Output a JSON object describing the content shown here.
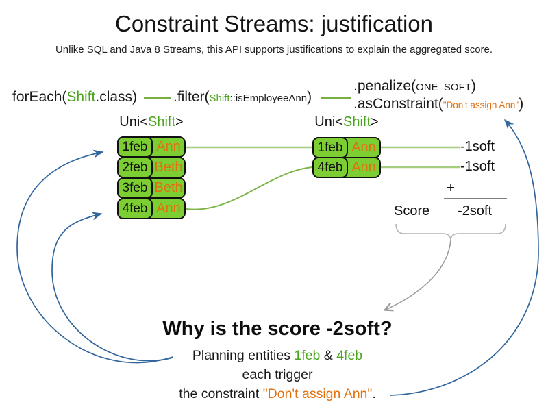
{
  "slide": {
    "title": "Constraint Streams: justification",
    "subtitle": "Unlike SQL and Java 8 Streams, this API supports justifications to explain the aggregated score."
  },
  "code": {
    "foreach_prefix": "forEach(",
    "foreach_class": "Shift",
    "foreach_suffix": ".class)",
    "filter_prefix": ".filter(",
    "filter_class": "Shift",
    "filter_method": "::isEmployeeAnn",
    "filter_suffix": ")",
    "penalize_prefix": ".penalize(",
    "penalize_arg": "ONE_SOFT",
    "penalize_suffix": ")",
    "asconstraint_prefix": ".asConstraint(",
    "asconstraint_arg": "\"Don't assign Ann\"",
    "asconstraint_suffix": ")"
  },
  "left_stream": {
    "type_prefix": "Uni<",
    "type_param": "Shift",
    "type_suffix": ">",
    "rows": [
      {
        "date": "1feb",
        "employee": "Ann"
      },
      {
        "date": "2feb",
        "employee": "Beth"
      },
      {
        "date": "3feb",
        "employee": "Beth"
      },
      {
        "date": "4feb",
        "employee": "Ann"
      }
    ]
  },
  "right_stream": {
    "type_prefix": "Uni<",
    "type_param": "Shift",
    "type_suffix": ">",
    "rows": [
      {
        "date": "1feb",
        "employee": "Ann"
      },
      {
        "date": "4feb",
        "employee": "Ann"
      }
    ]
  },
  "penalties": {
    "first": "-1soft",
    "second": "-1soft"
  },
  "sum": {
    "plus": "+",
    "score_label": "Score",
    "score_value": "-2soft"
  },
  "explanation": {
    "heading": "Why is the score -2soft?",
    "line1_prefix": "Planning entities ",
    "line1_entity1": "1feb",
    "line1_amp": " & ",
    "line1_entity2": "4feb",
    "line2": "each trigger",
    "line3_prefix": "the constraint ",
    "line3_constraint": "\"Don't assign Ann\"",
    "line3_suffix": "."
  },
  "colors": {
    "entity_fill_green": "#7dce33",
    "code_green": "#4aa41e",
    "orange": "#e1700e",
    "arrow_blue": "#31659c",
    "arrow_gray": "#9b9b9b",
    "connector_light_green": "#a6cd7e",
    "connector_green": "#77ae41"
  }
}
